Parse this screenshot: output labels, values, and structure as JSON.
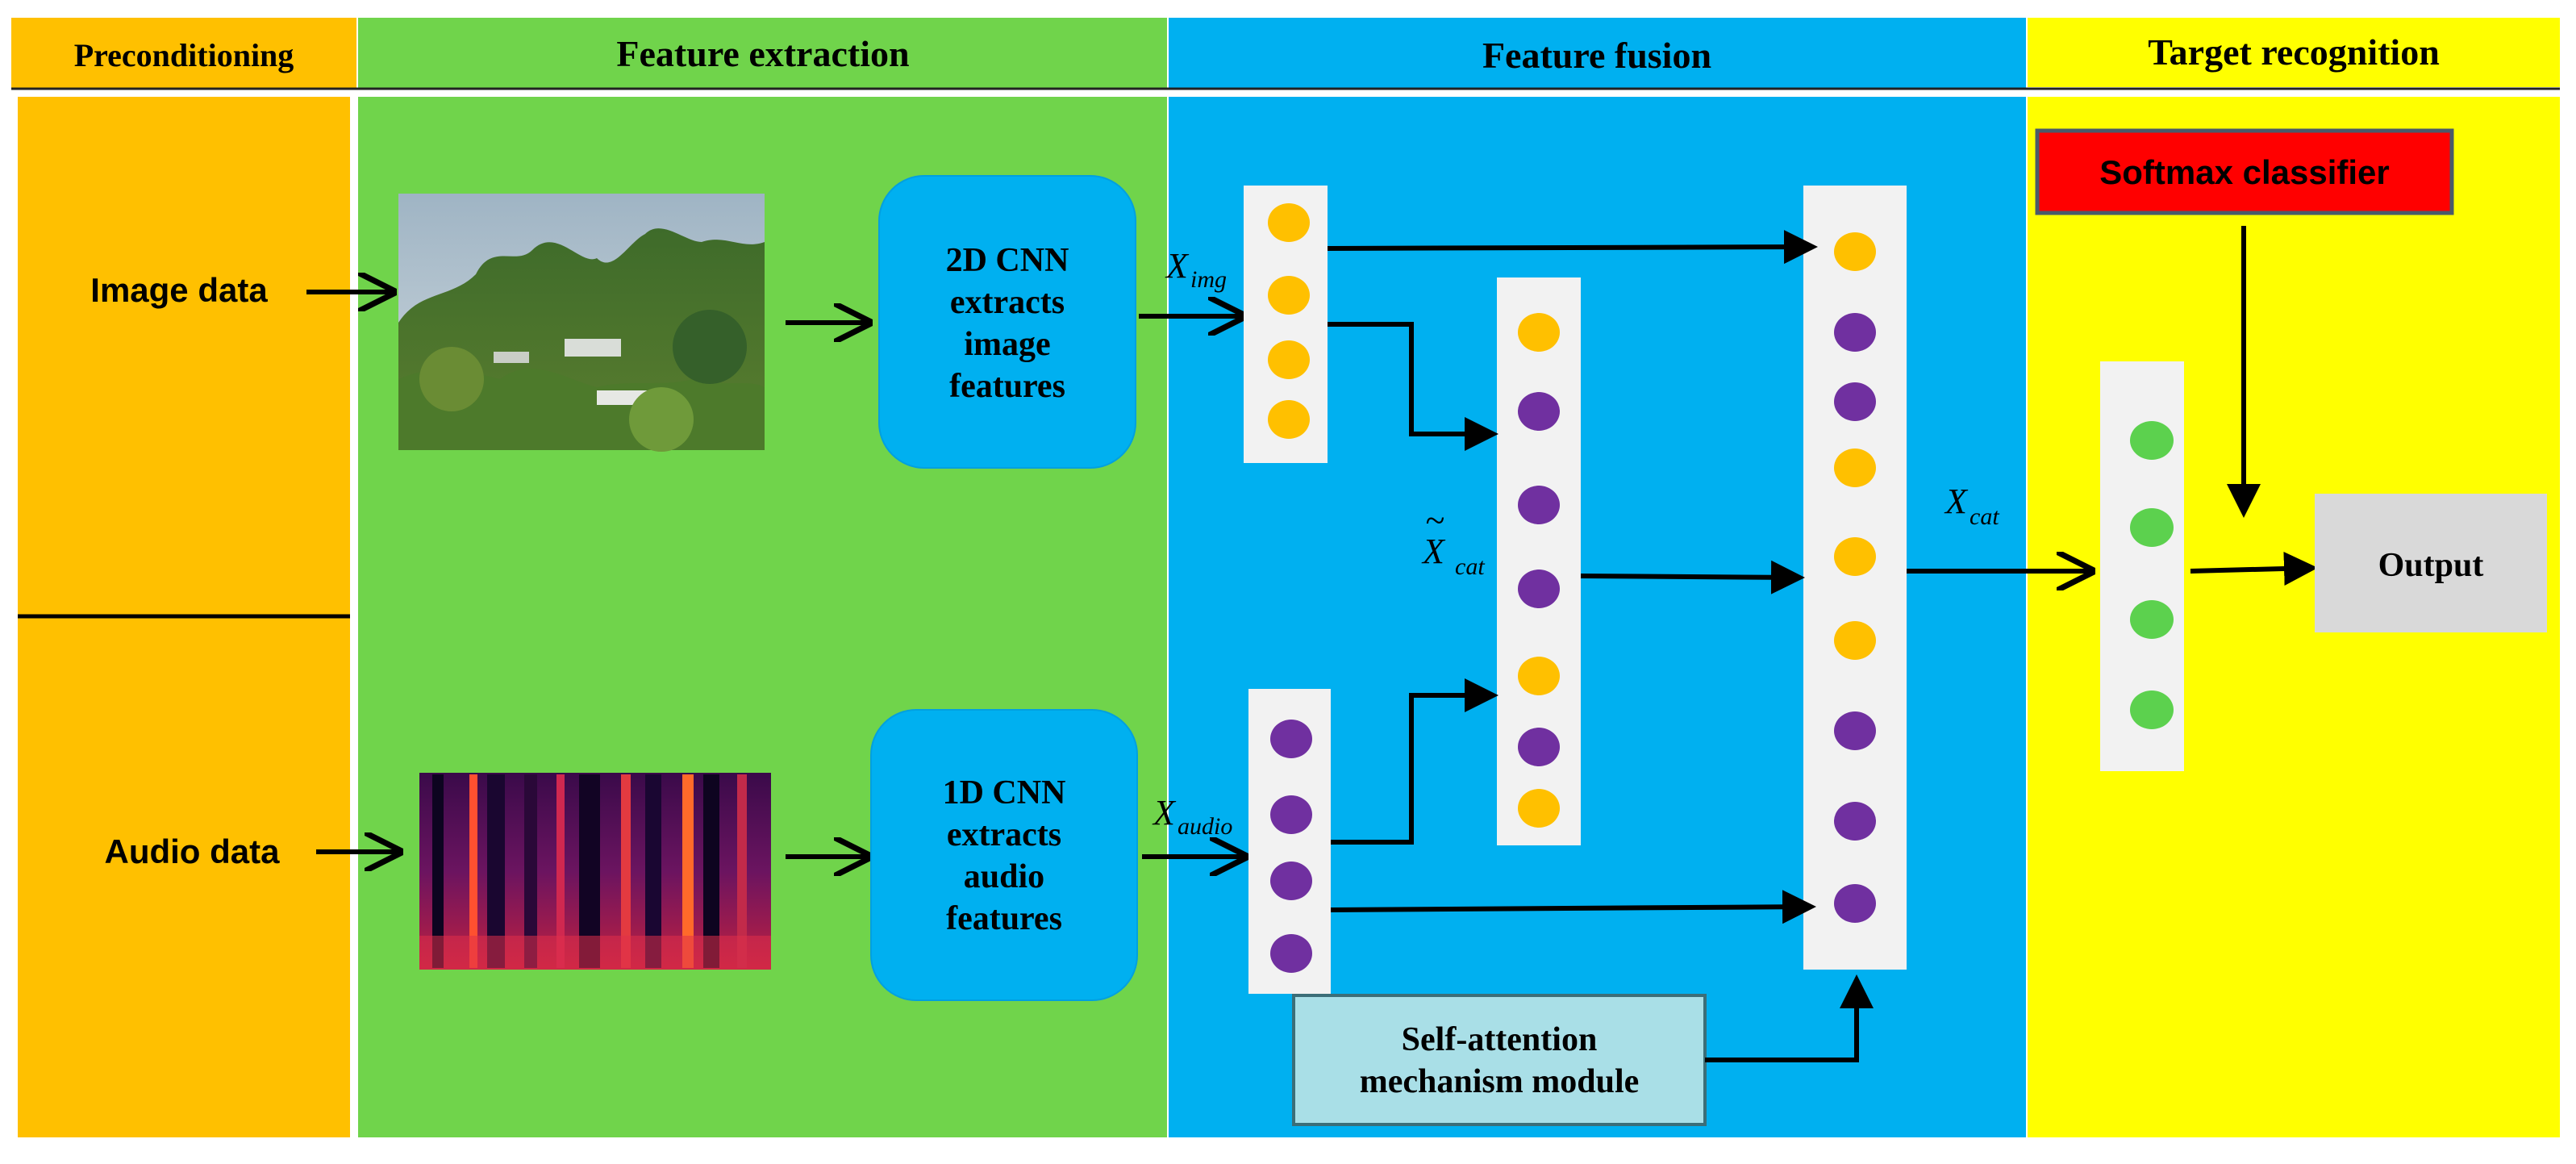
{
  "headers": {
    "preconditioning": "Preconditioning",
    "feature_extraction": "Feature extraction",
    "feature_fusion": "Feature fusion",
    "target_recognition": "Target recognition"
  },
  "inputs": {
    "image_label": "Image data",
    "audio_label": "Audio data"
  },
  "cnn_boxes": {
    "image_cnn": [
      "2D CNN",
      "extracts",
      "image",
      "features"
    ],
    "audio_cnn": [
      "1D CNN",
      "extracts",
      "audio",
      "features"
    ]
  },
  "variables": {
    "x_img": {
      "main": "X",
      "sub": "img"
    },
    "x_audio": {
      "main": "X",
      "sub": "audio"
    },
    "x_cat_tilde": {
      "main": "X",
      "sub": "cat",
      "accent": "~"
    },
    "x_cat": {
      "main": "X",
      "sub": "cat"
    }
  },
  "modules": {
    "self_attention": [
      "Self-attention",
      "mechanism module"
    ],
    "softmax": "Softmax classifier",
    "output": "Output"
  },
  "colors": {
    "preconditioning_bg": "#FFC000",
    "extraction_bg": "#70D44B",
    "fusion_bg": "#00B0F0",
    "recognition_bg": "#FFFF00",
    "cnn_box": "#00B0F0",
    "column_bg": "#F2F2F2",
    "node_orange": "#FFC000",
    "node_purple": "#7030A0",
    "node_green": "#5CD14E",
    "softmax_bg": "#FF0000",
    "self_attention_bg": "#A9DFE7",
    "output_bg": "#D9D9D9"
  },
  "node_columns": {
    "image_features": [
      "orange",
      "orange",
      "orange",
      "orange"
    ],
    "audio_features": [
      "purple",
      "purple",
      "purple",
      "purple"
    ],
    "tilde_concat": [
      "orange",
      "purple",
      "purple",
      "purple",
      "orange",
      "purple",
      "orange"
    ],
    "concat": [
      "orange",
      "purple",
      "purple",
      "orange",
      "orange",
      "orange",
      "purple",
      "purple",
      "purple"
    ],
    "classifier": [
      "green",
      "green",
      "green",
      "green"
    ]
  }
}
